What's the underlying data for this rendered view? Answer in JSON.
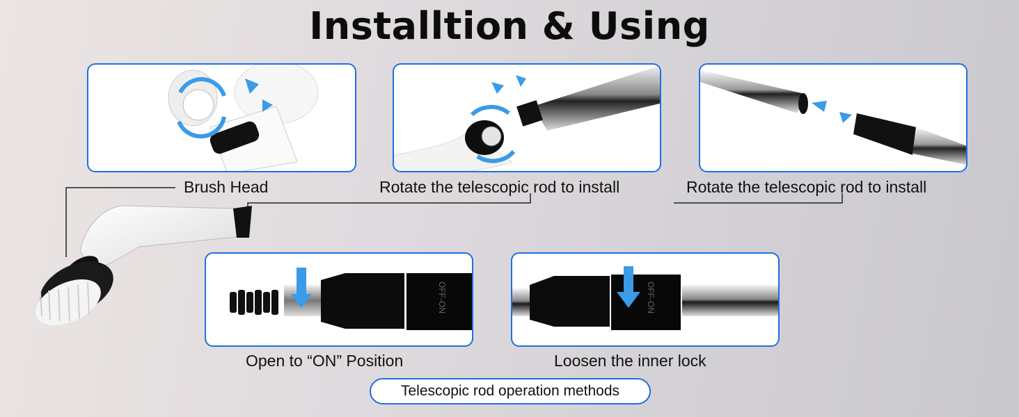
{
  "title": "Installtion & Using",
  "panels": [
    {
      "caption": "Brush Head",
      "icon": "brush-head-rotate-icon"
    },
    {
      "caption": "Rotate the telescopic rod to install",
      "icon": "rod-screw-install-icon"
    },
    {
      "caption": "Rotate the telescopic rod to install",
      "icon": "rod-connect-install-icon"
    },
    {
      "caption": "Open to “ON” Position",
      "icon": "lock-open-on-icon",
      "lock_label": "OFF-ON"
    },
    {
      "caption": "Loosen the inner lock",
      "icon": "inner-lock-loosen-icon",
      "lock_label": "OFF-ON"
    }
  ],
  "badge": "Telescopic rod operation methods",
  "colors": {
    "accent": "#1f6fe0",
    "arrow": "#3a9be8"
  }
}
